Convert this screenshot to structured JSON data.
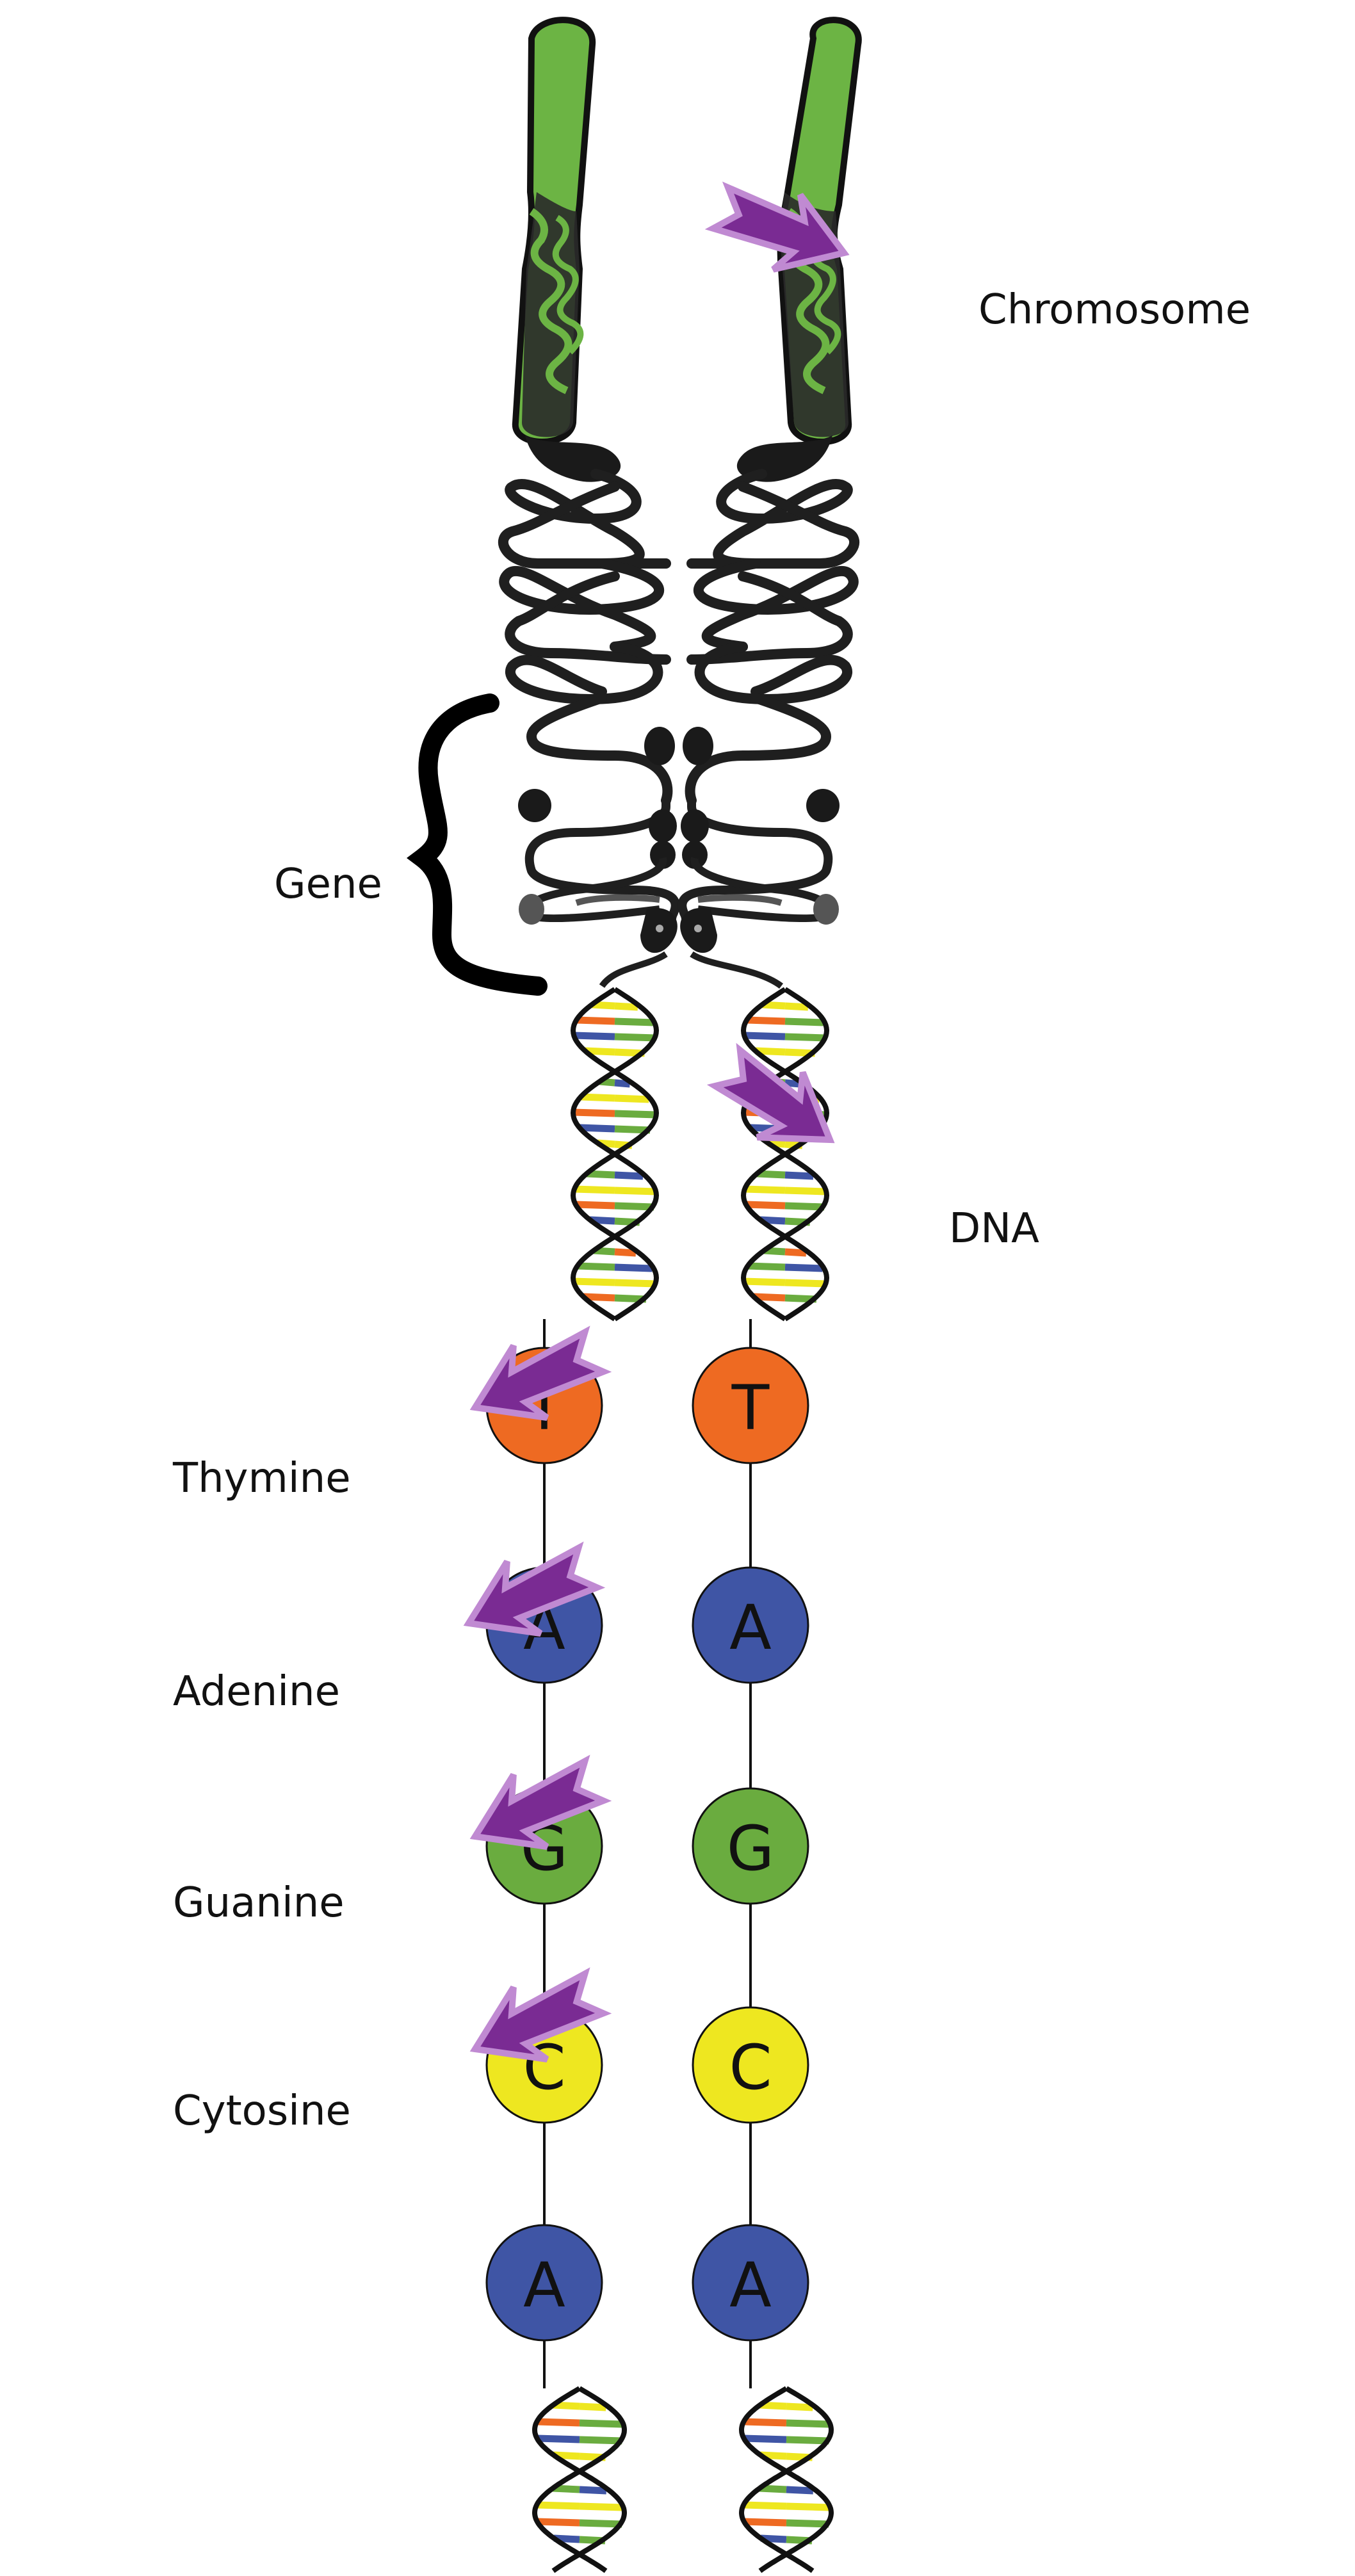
{
  "labels": {
    "chromosome": "Chromosome",
    "gene": "Gene",
    "dna": "DNA",
    "thymine": "Thymine",
    "adenine": "Adenine",
    "guanine": "Guanine",
    "cytosine": "Cytosine"
  },
  "nucleotides": [
    {
      "letter": "T",
      "color": "#ee6a22"
    },
    {
      "letter": "A",
      "color": "#3f55a5"
    },
    {
      "letter": "G",
      "color": "#6aac3f"
    },
    {
      "letter": "C",
      "color": "#eee720"
    },
    {
      "letter": "A",
      "color": "#3f55a5"
    }
  ],
  "colors": {
    "chromosome_green": "#6cb444",
    "chromosome_dark": "#1a1a1a",
    "arrow_purple": "#7a2b93",
    "arrow_outline": "#c08ad2",
    "dna_strand": "#111111",
    "base_orange": "#ee6a22",
    "base_blue": "#3f55a5",
    "base_green": "#6aac3f",
    "base_yellow": "#eee720"
  },
  "icons": {
    "pointer": "arrow-icon",
    "gene_marker": "curly-brace-icon"
  }
}
